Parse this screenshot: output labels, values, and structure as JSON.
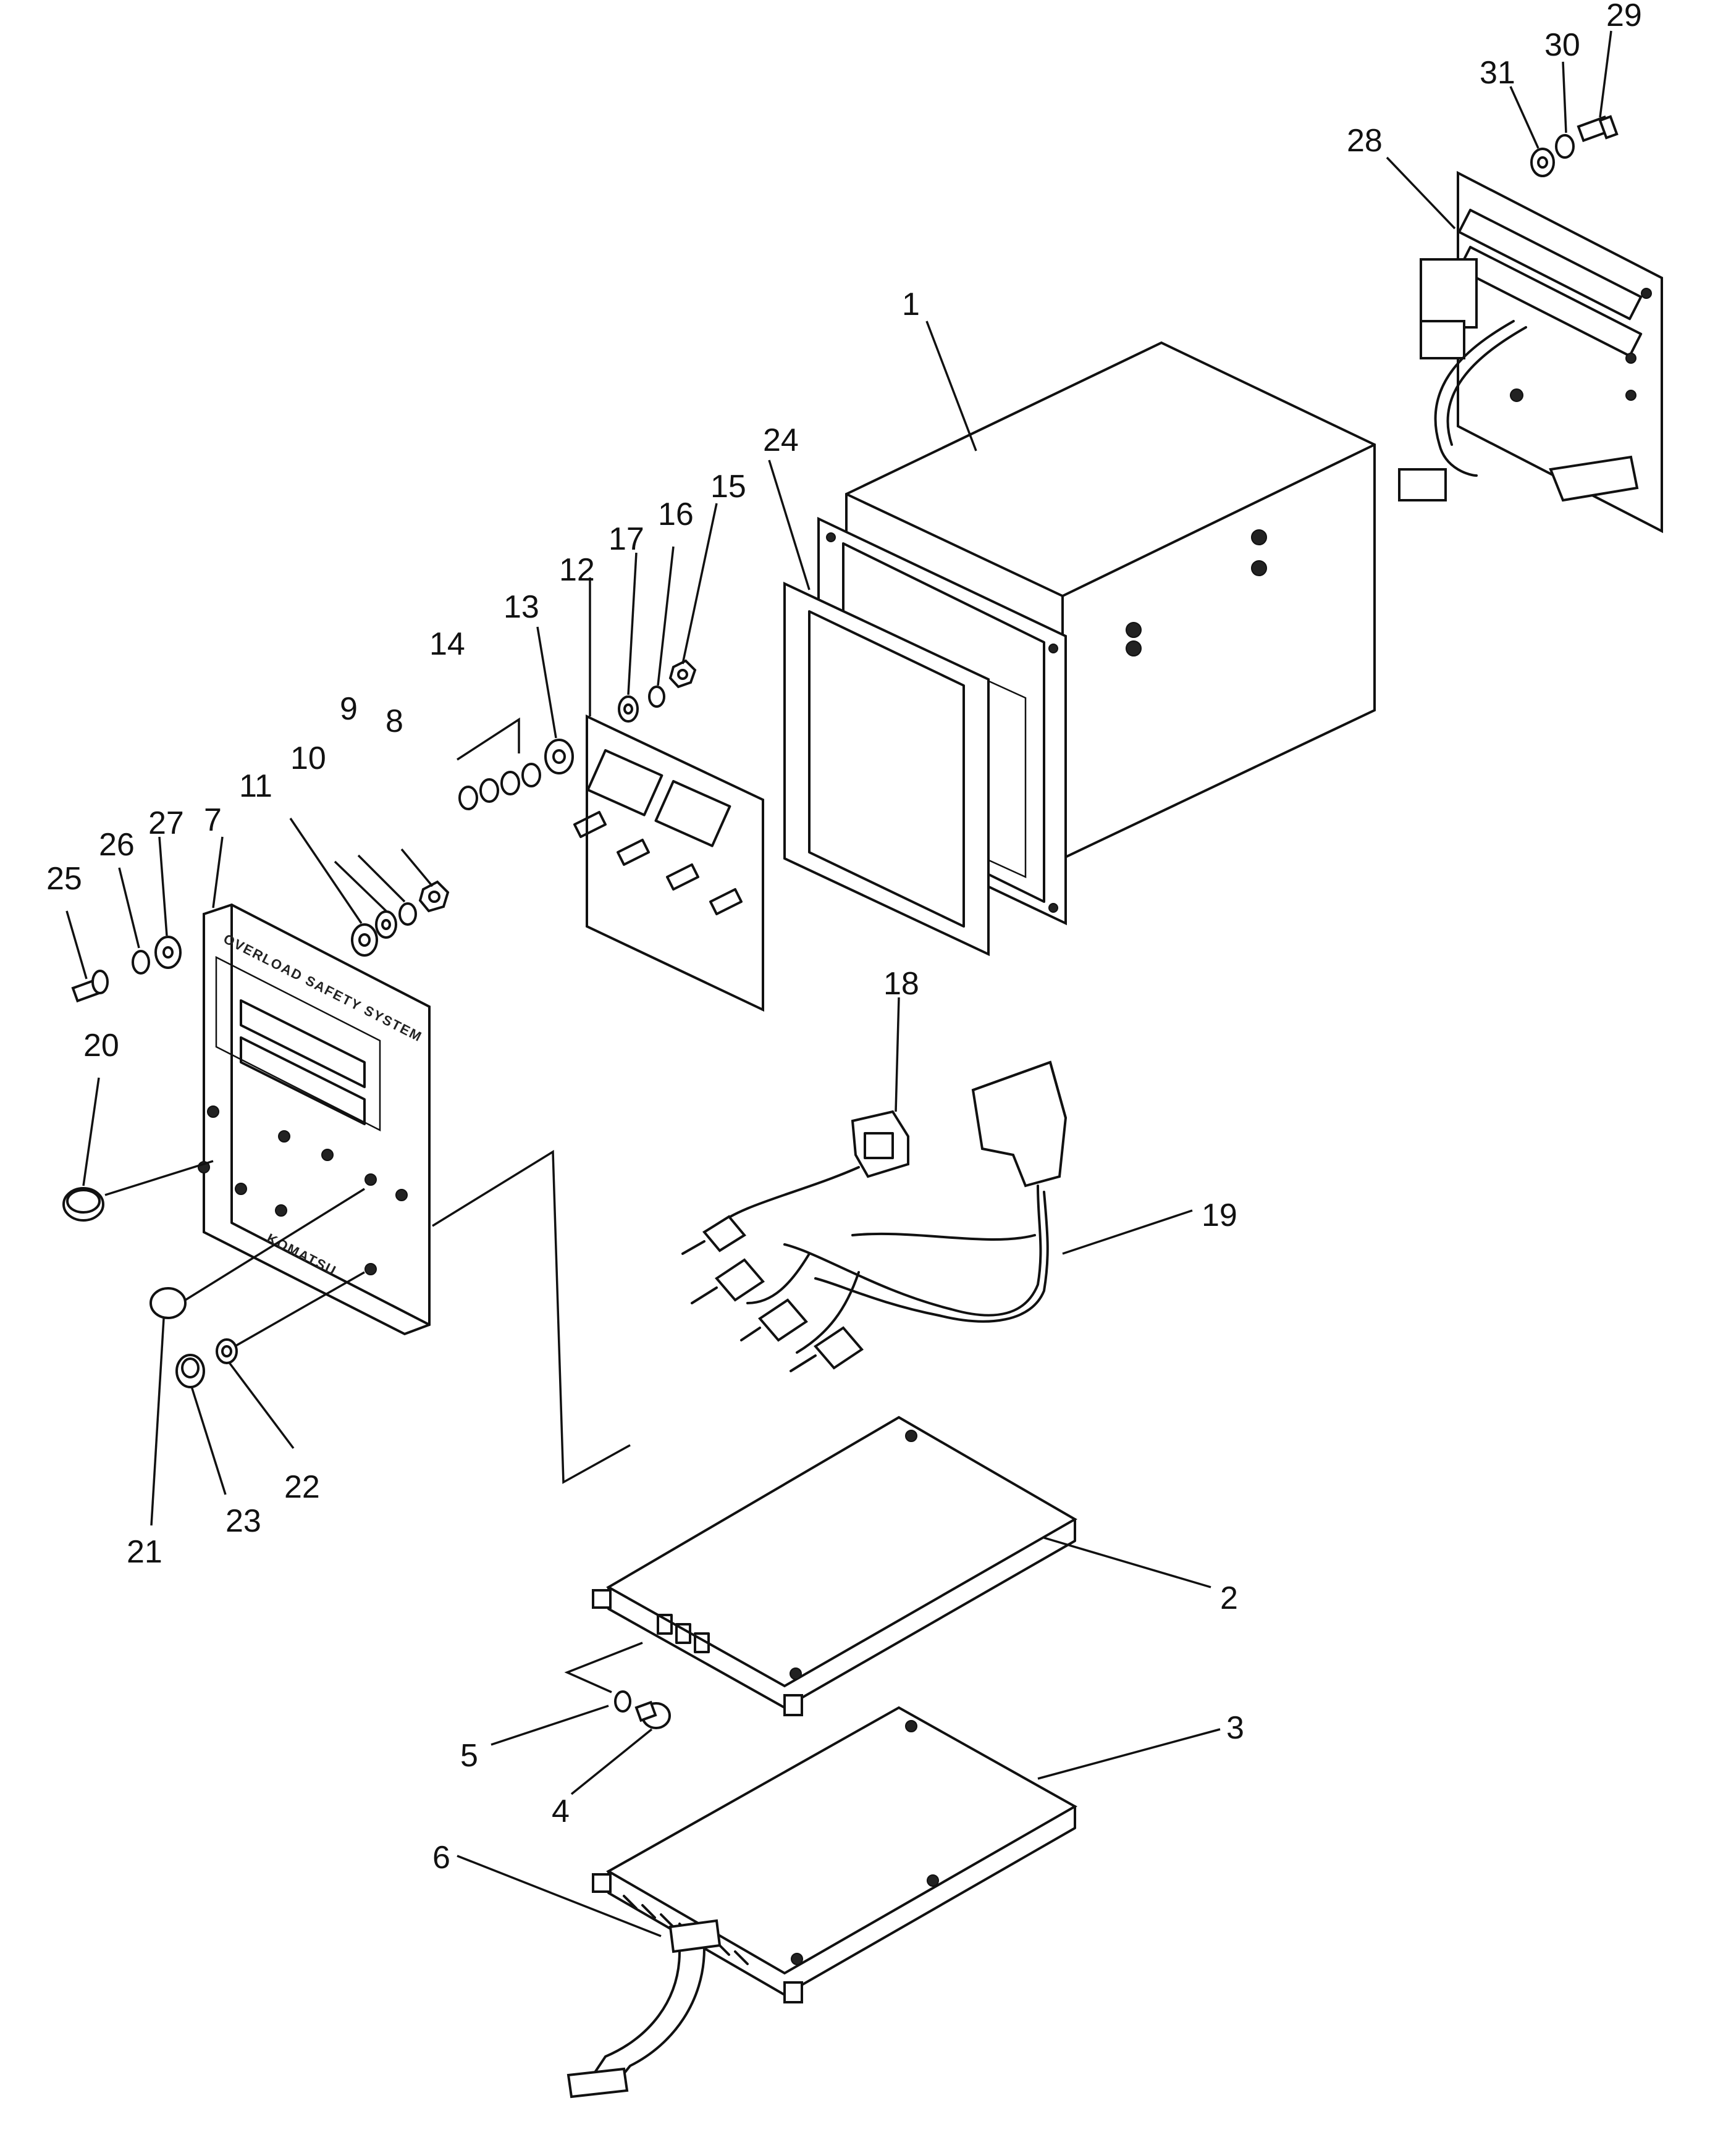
{
  "diagram": {
    "kind": "exploded-parts-drawing",
    "panel_heading": "OVERLOAD SAFETY SYSTEM",
    "panel_brand": "KOMATSU",
    "callouts": [
      "1",
      "2",
      "3",
      "4",
      "5",
      "6",
      "7",
      "8",
      "9",
      "10",
      "11",
      "12",
      "13",
      "14",
      "15",
      "16",
      "17",
      "18",
      "19",
      "20",
      "21",
      "22",
      "23",
      "24",
      "25",
      "26",
      "27",
      "28",
      "29",
      "30",
      "31"
    ]
  }
}
